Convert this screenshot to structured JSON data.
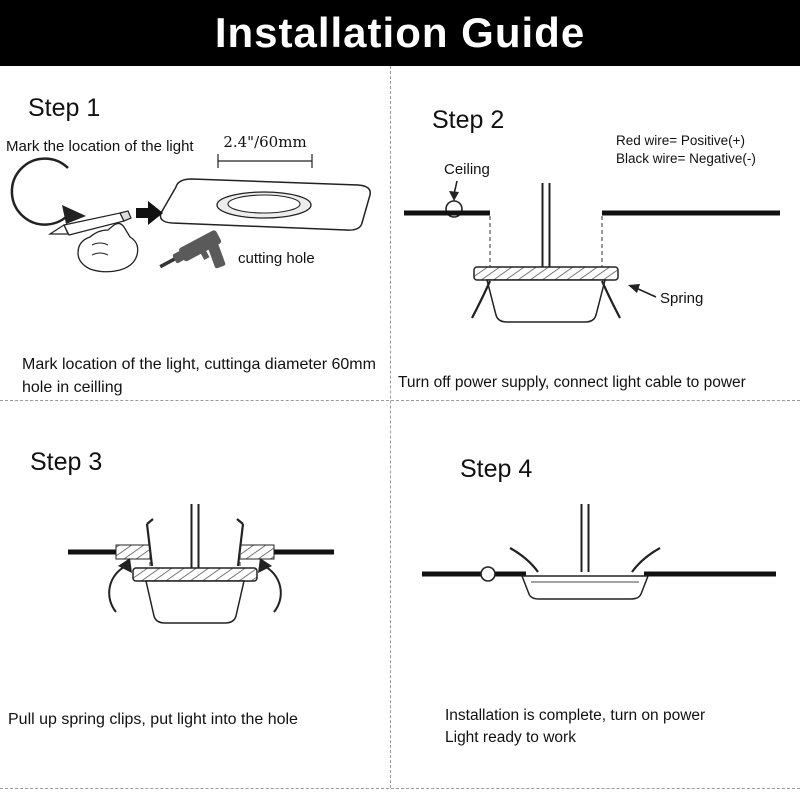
{
  "header": {
    "title": "Installation Guide"
  },
  "colors": {
    "header_bg": "#000000",
    "line": "#222222",
    "divider": "#9a9a9a"
  },
  "step1": {
    "title": "Step 1",
    "instruction": "Mark the location of the light",
    "dimension_label": "2.4\"/60mm",
    "cutting_hole_label": "cutting hole",
    "caption": "Mark location of the light, cuttinga diameter 60mm hole in ceilling"
  },
  "step2": {
    "title": "Step 2",
    "wire_note_line1": "Red wire= Positive(+)",
    "wire_note_line2": "Black wire= Negative(-)",
    "ceiling_label": "Ceiling",
    "spring_label": "Spring",
    "caption": "Turn off power supply, connect light cable to power"
  },
  "step3": {
    "title": "Step 3",
    "caption": "Pull up spring clips, put light into the hole"
  },
  "step4": {
    "title": "Step 4",
    "caption_line1": "Installation is complete, turn on power",
    "caption_line2": "Light ready to work"
  }
}
